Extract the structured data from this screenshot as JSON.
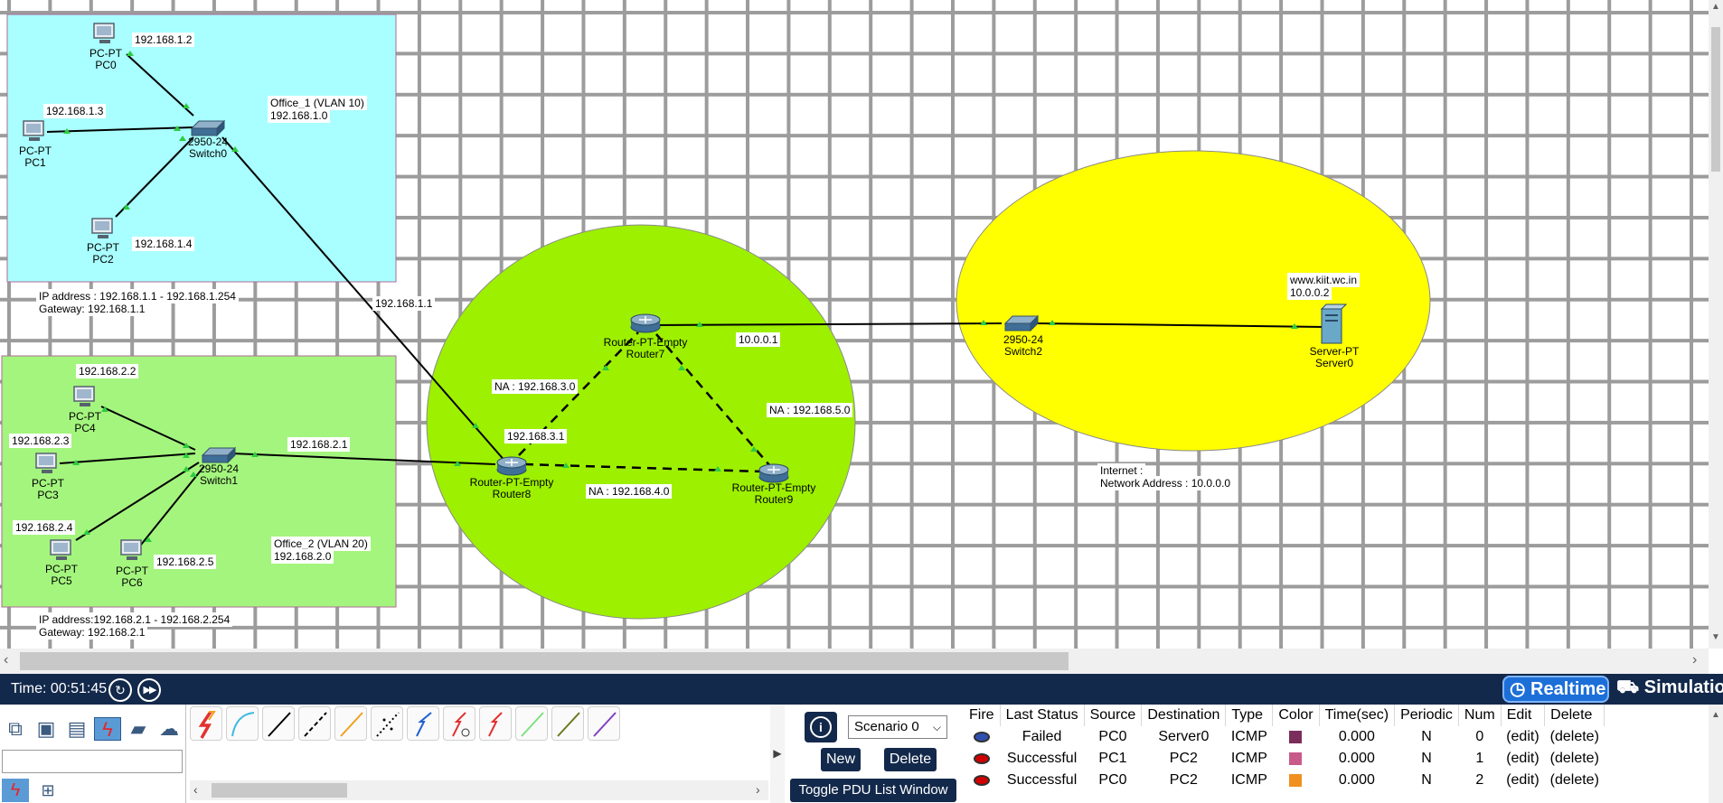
{
  "workspace": {
    "office1": {
      "title": "Office_1 (VLAN 10)",
      "network": "192.168.1.0",
      "ip_range": "IP address : 192.168.1.1 - 192.168.1.254",
      "gateway": "Gateway: 192.168.1.1",
      "pcs": [
        {
          "type": "PC-PT",
          "name": "PC0",
          "ip": "192.168.1.2"
        },
        {
          "type": "PC-PT",
          "name": "PC1",
          "ip": "192.168.1.3"
        },
        {
          "type": "PC-PT",
          "name": "PC2",
          "ip": "192.168.1.4"
        }
      ],
      "switch": {
        "type": "2950-24",
        "name": "Switch0"
      }
    },
    "office2": {
      "title": "Office_2 (VLAN 20)",
      "network": "192.168.2.0",
      "ip_range": "IP address:192.168.2.1 - 192.168.2.254",
      "gateway": "Gateway: 192.168.2.1",
      "pcs": [
        {
          "type": "PC-PT",
          "name": "PC4",
          "ip": "192.168.2.2"
        },
        {
          "type": "PC-PT",
          "name": "PC3",
          "ip": "192.168.2.3"
        },
        {
          "type": "PC-PT",
          "name": "PC5",
          "ip": "192.168.2.4"
        },
        {
          "type": "PC-PT",
          "name": "PC6",
          "ip": "192.168.2.5"
        }
      ],
      "switch": {
        "type": "2950-24",
        "name": "Switch1"
      }
    },
    "core": {
      "router7": {
        "type": "Router-PT-Empty",
        "name": "Router7"
      },
      "router8": {
        "type": "Router-PT-Empty",
        "name": "Router8"
      },
      "router9": {
        "type": "Router-PT-Empty",
        "name": "Router9"
      },
      "link_labels": {
        "r8_to_office1": "192.168.1.1",
        "r8_to_office2": "192.168.2.1",
        "r8_r7_net": "NA : 192.168.3.0",
        "r8_r7_ip": "192.168.3.1",
        "r7_r9_net": "NA : 192.168.5.0",
        "r8_r9_net": "NA : 192.168.4.0",
        "r7_internet": "10.0.0.1"
      }
    },
    "internet": {
      "switch": {
        "type": "2950-24",
        "name": "Switch2"
      },
      "server": {
        "type": "Server-PT",
        "name": "Server0",
        "hostname": "www.kiit.wc.in",
        "ip": "10.0.0.2"
      },
      "note_title": "Internet :",
      "note_address": "Network Address : 10.0.0.0"
    },
    "colors": {
      "office1_bg": "#a9ffff",
      "office2_bg": "#a4f57e",
      "core_bg": "#9df000",
      "internet_bg": "#ffff00",
      "link_light": "#2ecc40"
    }
  },
  "statusbar": {
    "time": "Time: 00:51:45",
    "realtime": "Realtime",
    "simulation": "Simulation"
  },
  "scenario": {
    "selected": "Scenario 0",
    "new_label": "New",
    "delete_label": "Delete",
    "toggle_label": "Toggle PDU List Window"
  },
  "pdu_table": {
    "headers": [
      "Fire",
      "Last Status",
      "Source",
      "Destination",
      "Type",
      "Color",
      "Time(sec)",
      "Periodic",
      "Num",
      "Edit",
      "Delete"
    ],
    "rows": [
      {
        "status": "Failed",
        "source": "PC0",
        "destination": "Server0",
        "type": "ICMP",
        "color": "#7b2d5b",
        "time": "0.000",
        "periodic": "N",
        "num": "0",
        "edit": "(edit)",
        "delete": "(delete)"
      },
      {
        "status": "Successful",
        "source": "PC1",
        "destination": "PC2",
        "type": "ICMP",
        "color": "#c85a8a",
        "time": "0.000",
        "periodic": "N",
        "num": "1",
        "edit": "(edit)",
        "delete": "(delete)"
      },
      {
        "status": "Successful",
        "source": "PC0",
        "destination": "PC2",
        "type": "ICMP",
        "color": "#f0901e",
        "time": "0.000",
        "periodic": "N",
        "num": "2",
        "edit": "(edit)",
        "delete": "(delete)"
      }
    ]
  }
}
